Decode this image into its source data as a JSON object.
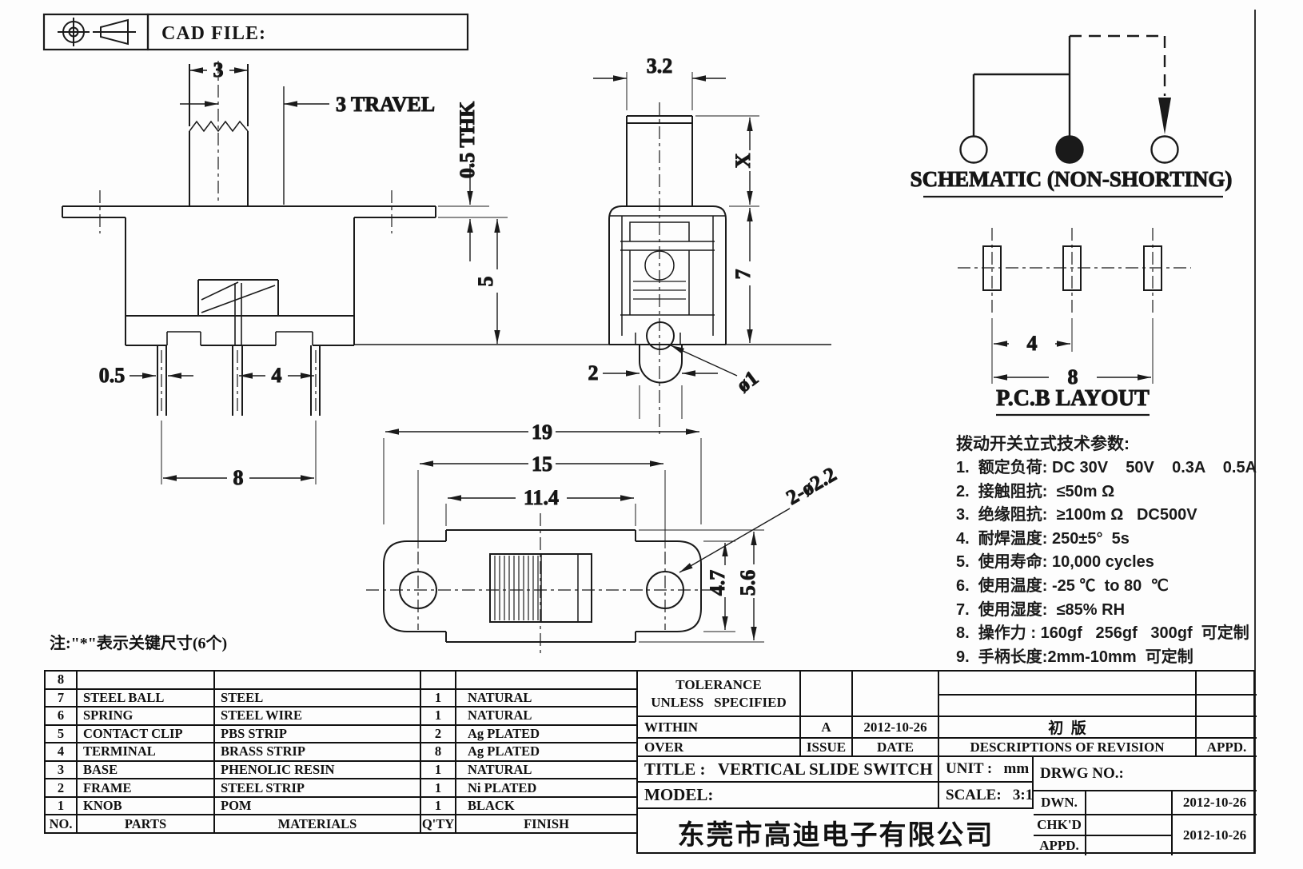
{
  "cad_header": {
    "cad_file_label": "CAD FILE:"
  },
  "views": {
    "front": {
      "dim_width": "3",
      "dim_travel": "3 TRAVEL",
      "dim_thk": "0.5 THK",
      "dim_height": "5",
      "dim_pin": "0.5",
      "dim_pitch": "4",
      "dim_span": "8"
    },
    "side": {
      "dim_shaft": "3.2",
      "dim_x": "X",
      "dim_body": "7",
      "dim_term": "2",
      "dim_hole": "ø1"
    },
    "top": {
      "dim_len": "19",
      "dim_mount": "15",
      "dim_window": "11.4",
      "dim_holes": "2-ø2.2",
      "dim_flange": "4.7",
      "dim_overall": "5.6"
    }
  },
  "schematic": {
    "title": "SCHEMATIC (NON-SHORTING)"
  },
  "pcb": {
    "title": "P.C.B LAYOUT",
    "dim_pitch": "4",
    "dim_span": "8"
  },
  "note": "注:\"*\"表示关键尺寸(6个)",
  "specs": {
    "title": "拨动开关立式技术参数:",
    "items": [
      "1.  额定负荷: DC 30V    50V    0.3A    0.5A",
      "2.  接触阻抗:  ≤50m Ω",
      "3.  绝缘阻抗:  ≥100m Ω   DC500V",
      "4.  耐焊温度: 250±5°  5s",
      "5.  使用寿命: 10,000 cycles",
      "6.  使用温度: -25 ℃  to 80  ℃",
      "7.  使用湿度:  ≤85% RH",
      "8.  操作力 : 160gf   256gf   300gf  可定制",
      "9.  手柄长度:2mm-10mm  可定制"
    ]
  },
  "parts_table": {
    "headers": {
      "no": "NO.",
      "parts": "PARTS",
      "materials": "MATERIALS",
      "qty": "Q'TY",
      "finish": "FINISH"
    },
    "rows": [
      {
        "no": "8",
        "parts": "",
        "materials": "",
        "qty": "",
        "finish": ""
      },
      {
        "no": "7",
        "parts": "STEEL BALL",
        "materials": "STEEL",
        "qty": "1",
        "finish": "NATURAL"
      },
      {
        "no": "6",
        "parts": "SPRING",
        "materials": "STEEL WIRE",
        "qty": "1",
        "finish": "NATURAL"
      },
      {
        "no": "5",
        "parts": "CONTACT CLIP",
        "materials": "PBS STRIP",
        "qty": "2",
        "finish": "Ag PLATED"
      },
      {
        "no": "4",
        "parts": "TERMINAL",
        "materials": "BRASS STRIP",
        "qty": "8",
        "finish": "Ag PLATED"
      },
      {
        "no": "3",
        "parts": "BASE",
        "materials": "PHENOLIC RESIN",
        "qty": "1",
        "finish": "NATURAL"
      },
      {
        "no": "2",
        "parts": "FRAME",
        "materials": "STEEL STRIP",
        "qty": "1",
        "finish": "Ni PLATED"
      },
      {
        "no": "1",
        "parts": "KNOB",
        "materials": "POM",
        "qty": "1",
        "finish": "BLACK"
      }
    ]
  },
  "title_block": {
    "tolerance_line1": "TOLERANCE",
    "tolerance_line2": "UNLESS   SPECIFIED",
    "within_label": "WITHIN",
    "over_label": "OVER",
    "issue_value": "A",
    "issue_label": "ISSUE",
    "date_value": "2012-10-26",
    "date_label": "DATE",
    "revision_desc": "初  版",
    "revision_header": "DESCRIPTIONS OF REVISION",
    "appd_col_label": "APPD.",
    "title_text": "TITLE :   VERTICAL SLIDE SWITCH",
    "unit_text": "UNIT :   mm",
    "model_label": "MODEL:",
    "scale_text": "SCALE:   3:1",
    "drwg_label": "DRWG NO.:",
    "dwn_label": "DWN.",
    "dwn_date": "2012-10-26",
    "chkd_label": "CHK'D",
    "appd_label": "APPD.",
    "chkd_date": "2012-10-26",
    "company": "东莞市高迪电子有限公司"
  }
}
